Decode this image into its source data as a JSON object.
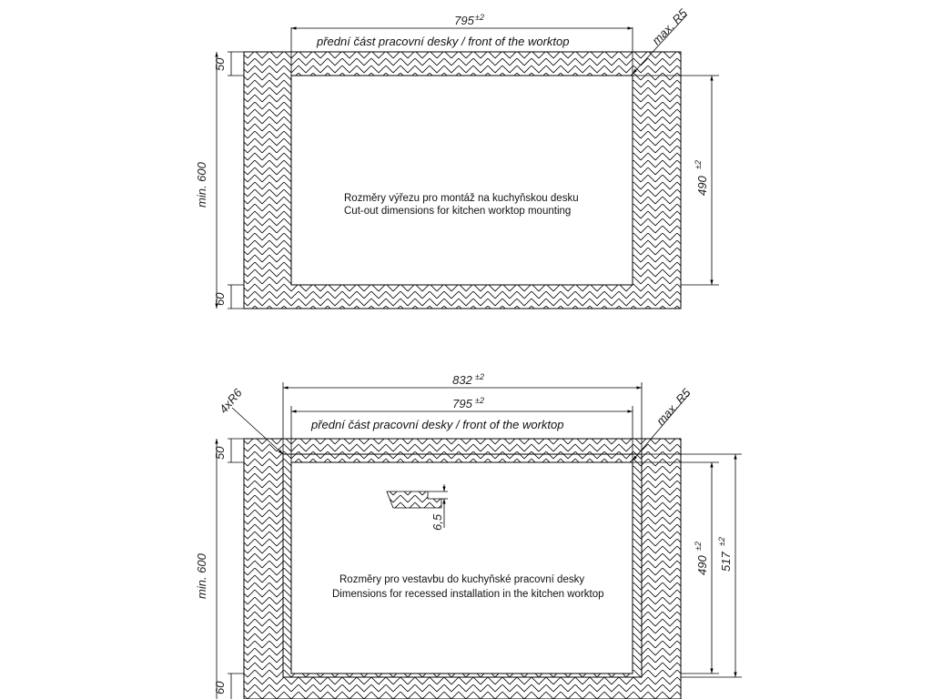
{
  "top": {
    "front_label": "přední část pracovní desky / front of the worktop",
    "dim_width": "795",
    "dim_width_tol": "±2",
    "dim_height": "490",
    "dim_height_tol": "±2",
    "dim_min": "min. 600",
    "dim_front_strip": "50",
    "dim_back_strip": "60",
    "corner_radius": "max. R5",
    "caption_cz": "Rozměry výřezu pro montáž na kuchyňskou desku",
    "caption_en": "Cut-out dimensions for kitchen worktop mounting"
  },
  "bottom": {
    "front_label": "přední část pracovní desky / front of the worktop",
    "dim_outer_width": "832",
    "dim_outer_width_tol": "±2",
    "dim_width": "795",
    "dim_width_tol": "±2",
    "dim_height": "490",
    "dim_height_tol": "±2",
    "dim_outer_height": "517",
    "dim_outer_height_tol": "±2",
    "dim_min": "min. 600",
    "dim_front_strip": "50",
    "dim_back_strip": "60",
    "corner_radius": "max. R5",
    "corner_radius_outer": "4xR6",
    "depth": "6,5",
    "caption_cz": "Rozměry pro vestavbu do kuchyňské pracovní desky",
    "caption_en": "Dimensions for recessed installation in the kitchen worktop"
  }
}
